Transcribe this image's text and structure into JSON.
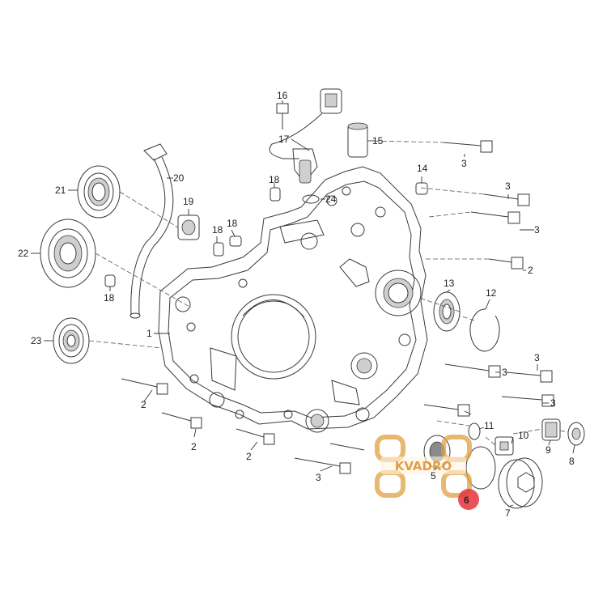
{
  "diagram": {
    "callouts": [
      {
        "id": "c16",
        "text": "16"
      },
      {
        "id": "c17",
        "text": "17"
      },
      {
        "id": "c15",
        "text": "15"
      },
      {
        "id": "c3a",
        "text": "3"
      },
      {
        "id": "c20",
        "text": "20"
      },
      {
        "id": "c21",
        "text": "21"
      },
      {
        "id": "c14",
        "text": "14"
      },
      {
        "id": "c18a",
        "text": "18"
      },
      {
        "id": "c24",
        "text": "24"
      },
      {
        "id": "c19",
        "text": "19"
      },
      {
        "id": "c3b",
        "text": "3"
      },
      {
        "id": "c18b",
        "text": "18"
      },
      {
        "id": "c18c",
        "text": "18"
      },
      {
        "id": "c3c",
        "text": "3"
      },
      {
        "id": "c22",
        "text": "22"
      },
      {
        "id": "c2a",
        "text": "2"
      },
      {
        "id": "c18d",
        "text": "18"
      },
      {
        "id": "c13",
        "text": "13"
      },
      {
        "id": "c12",
        "text": "12"
      },
      {
        "id": "c1",
        "text": "1"
      },
      {
        "id": "c23",
        "text": "23"
      },
      {
        "id": "c3d",
        "text": "3"
      },
      {
        "id": "c3e",
        "text": "3"
      },
      {
        "id": "c2b",
        "text": "2"
      },
      {
        "id": "c3f",
        "text": "3"
      },
      {
        "id": "c11",
        "text": "11"
      },
      {
        "id": "c10",
        "text": "10"
      },
      {
        "id": "c9",
        "text": "9"
      },
      {
        "id": "c2c",
        "text": "2"
      },
      {
        "id": "c2d",
        "text": "2"
      },
      {
        "id": "c3g",
        "text": "3"
      },
      {
        "id": "c5",
        "text": "5"
      },
      {
        "id": "c8",
        "text": "8"
      },
      {
        "id": "c7",
        "text": "7"
      },
      {
        "id": "c6",
        "text": "6"
      }
    ],
    "highlight": {
      "part_number": "6",
      "color": "#e8323c"
    }
  },
  "watermark": {
    "logo_text": "KVADRO",
    "color": "#d9891e"
  }
}
